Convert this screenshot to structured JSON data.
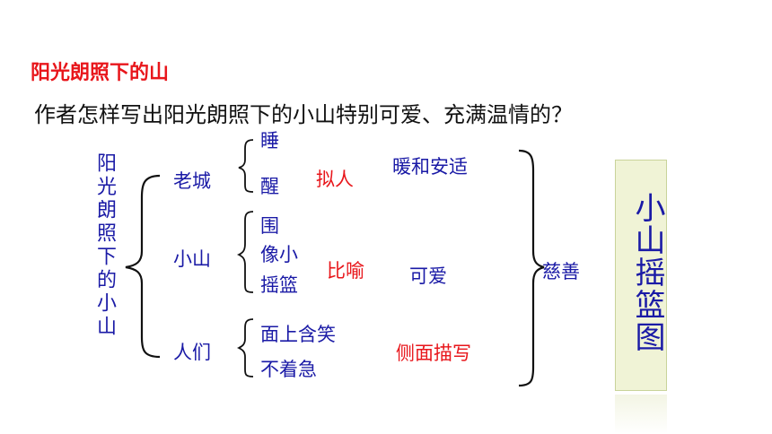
{
  "heading": "阳光朗照下的山",
  "question": "作者怎样写出阳光朗照下的小山特别可爱、充满温情的？",
  "root": "阳光朗照下的小山",
  "rows": [
    {
      "category": "老城",
      "items": [
        "睡",
        "醒"
      ],
      "technique": "拟人",
      "effect": "暖和安适"
    },
    {
      "category": "小山",
      "items": [
        "围",
        "像小",
        "摇篮"
      ],
      "technique": "比喻",
      "effect": "可爱"
    },
    {
      "category": "人们",
      "items": [
        "面上含笑",
        "不着急"
      ],
      "technique": "侧面描写",
      "effect": ""
    }
  ],
  "summary": "慈善",
  "box_text": "小山摇篮图",
  "colors": {
    "red": "#e8161b",
    "blue": "#1a1aa6",
    "box_bg": "#f0f3d6"
  }
}
